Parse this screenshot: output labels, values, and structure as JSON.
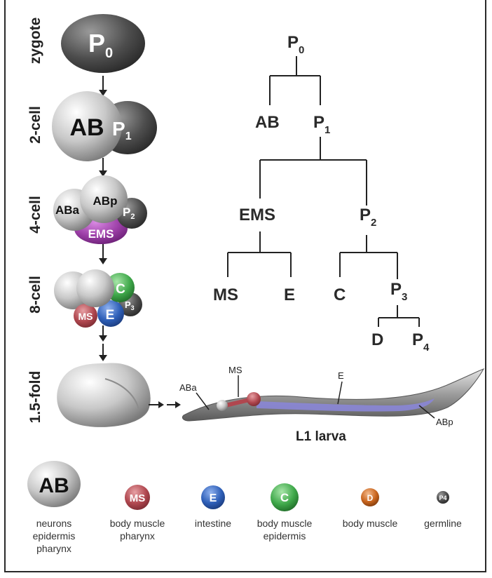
{
  "stages": [
    "zygote",
    "2-cell",
    "4-cell",
    "8-cell",
    "1.5-fold"
  ],
  "cells": {
    "zygote": {
      "base": "P",
      "sub": "0"
    },
    "two_cell": [
      {
        "label": "AB"
      },
      {
        "base": "P",
        "sub": "1"
      }
    ],
    "four_cell": [
      {
        "label": "ABa"
      },
      {
        "label": "ABp"
      },
      {
        "base": "P",
        "sub": "2"
      },
      {
        "label": "EMS"
      }
    ],
    "eight_cell": [
      {
        "label": "C"
      },
      {
        "label": "MS"
      },
      {
        "label": "E"
      },
      {
        "base": "P",
        "sub": "3"
      }
    ]
  },
  "tree": {
    "root": {
      "base": "P",
      "sub": "0"
    },
    "ab": {
      "label": "AB"
    },
    "p1": {
      "base": "P",
      "sub": "1"
    },
    "ems": {
      "label": "EMS"
    },
    "p2": {
      "base": "P",
      "sub": "2"
    },
    "ms": {
      "label": "MS"
    },
    "e": {
      "label": "E"
    },
    "c": {
      "label": "C"
    },
    "p3": {
      "base": "P",
      "sub": "3"
    },
    "d": {
      "label": "D"
    },
    "p4": {
      "base": "P",
      "sub": "4"
    }
  },
  "larva": {
    "title": "L1 larva",
    "labels": {
      "aba": "ABa",
      "ms": "MS",
      "e": "E",
      "abp": "ABp"
    }
  },
  "legend": [
    {
      "symbol": "AB",
      "lines": [
        "neurons",
        "epidermis",
        "pharynx"
      ]
    },
    {
      "symbol": "MS",
      "lines": [
        "body muscle",
        "pharynx"
      ]
    },
    {
      "symbol": "E",
      "lines": [
        "intestine"
      ]
    },
    {
      "symbol": "C",
      "lines": [
        "body muscle",
        "epidermis"
      ]
    },
    {
      "symbol": "D",
      "lines": [
        "body muscle"
      ]
    },
    {
      "symbol": "P4",
      "lines": [
        "germline"
      ]
    }
  ],
  "colors": {
    "ems": "#9b3ea6",
    "ms": "#b0474f",
    "e": "#2e5fb8",
    "c": "#3fa84a",
    "d": "#c9651e",
    "p_cell": "#4a4a4a",
    "ab_cell": "#bdbdbd",
    "intestine": "#8a86d6"
  }
}
